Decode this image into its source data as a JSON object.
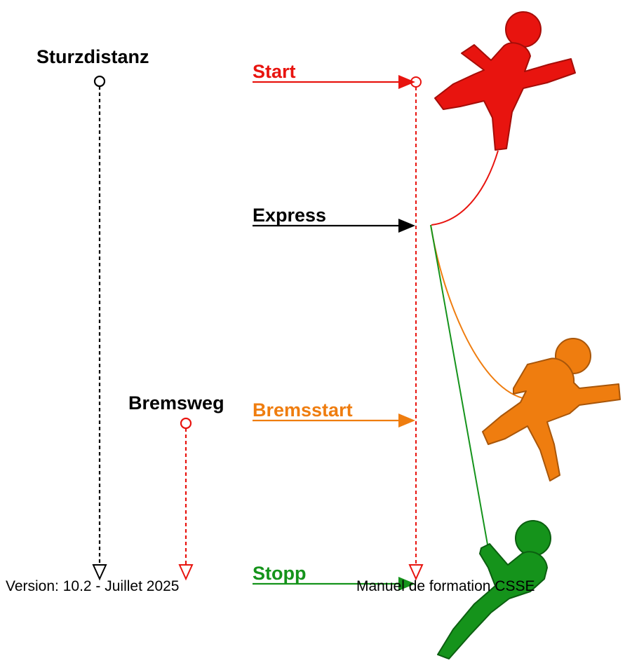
{
  "labels": {
    "sturzdistanz": "Sturzdistanz",
    "bremsweg": "Bremsweg",
    "start": "Start",
    "express": "Express",
    "bremsstart": "Bremsstart",
    "stopp": "Stopp"
  },
  "footer": {
    "version": "Version: 10.2 - Juillet 2025",
    "manual": "Manuel de formation CSSE"
  },
  "colors": {
    "red": "#e8140f",
    "orange": "#ef7d0f",
    "green": "#15931b",
    "black": "#000000"
  }
}
